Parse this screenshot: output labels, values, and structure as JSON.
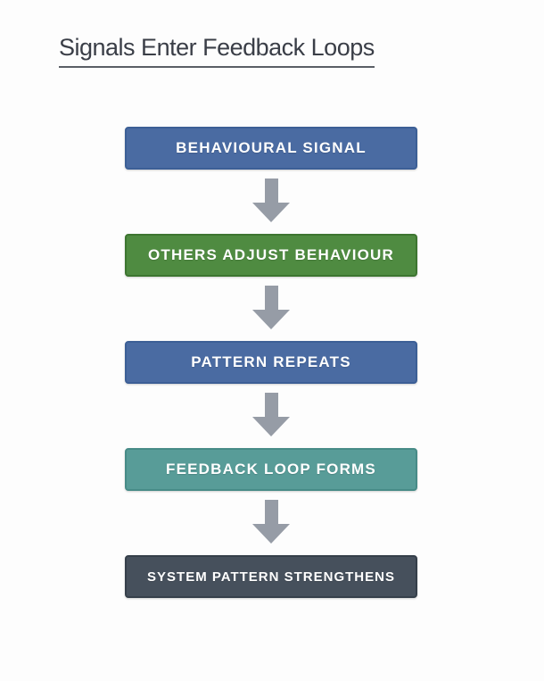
{
  "page": {
    "background": "#fdfdfd"
  },
  "header": {
    "title": "Signals Enter Feedback Loops",
    "title_color": "#3a3e47",
    "underline_color": "#5a5e66"
  },
  "flowchart": {
    "arrow_color": "#969ca6",
    "steps": [
      {
        "label": "BEHAVIOURAL SIGNAL",
        "fill": "#4a6ba2",
        "border": "#3c5f96"
      },
      {
        "label": "OTHERS ADJUST BEHAVIOUR",
        "fill": "#4f8b41",
        "border": "#3d7530"
      },
      {
        "label": "PATTERN REPEATS",
        "fill": "#4a6ba2",
        "border": "#3c5f96"
      },
      {
        "label": "FEEDBACK LOOP FORMS",
        "fill": "#589c98",
        "border": "#478b87"
      },
      {
        "label": "SYSTEM PATTERN STRENGTHENS",
        "fill": "#46505c",
        "border": "#353f4a"
      }
    ]
  }
}
